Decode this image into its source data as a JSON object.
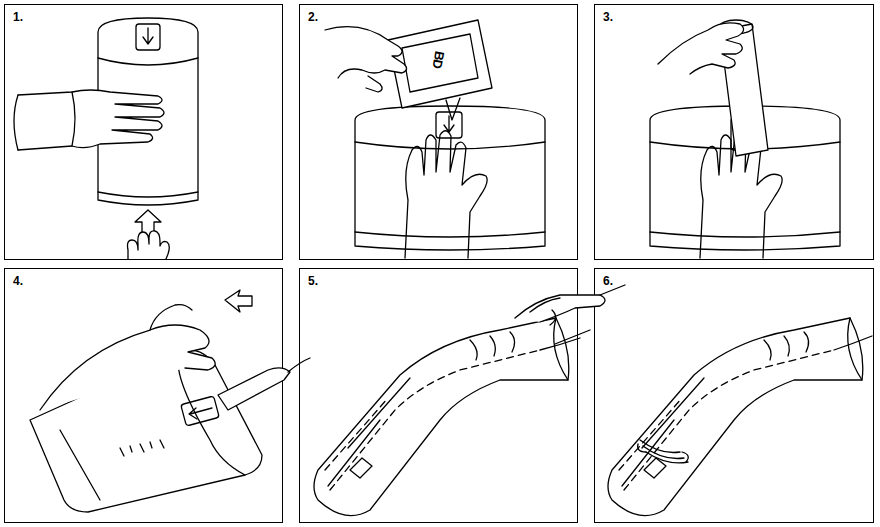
{
  "diagram": {
    "nodes": [
      {
        "text": [
          "1."
        ]
      },
      {
        "text": [
          "2."
        ]
      },
      {
        "text": [
          "3."
        ]
      },
      {
        "text": [
          "4."
        ]
      },
      {
        "text": [
          "5."
        ]
      },
      {
        "text": [
          "6."
        ]
      }
    ],
    "labels": [
      "BD"
    ]
  }
}
